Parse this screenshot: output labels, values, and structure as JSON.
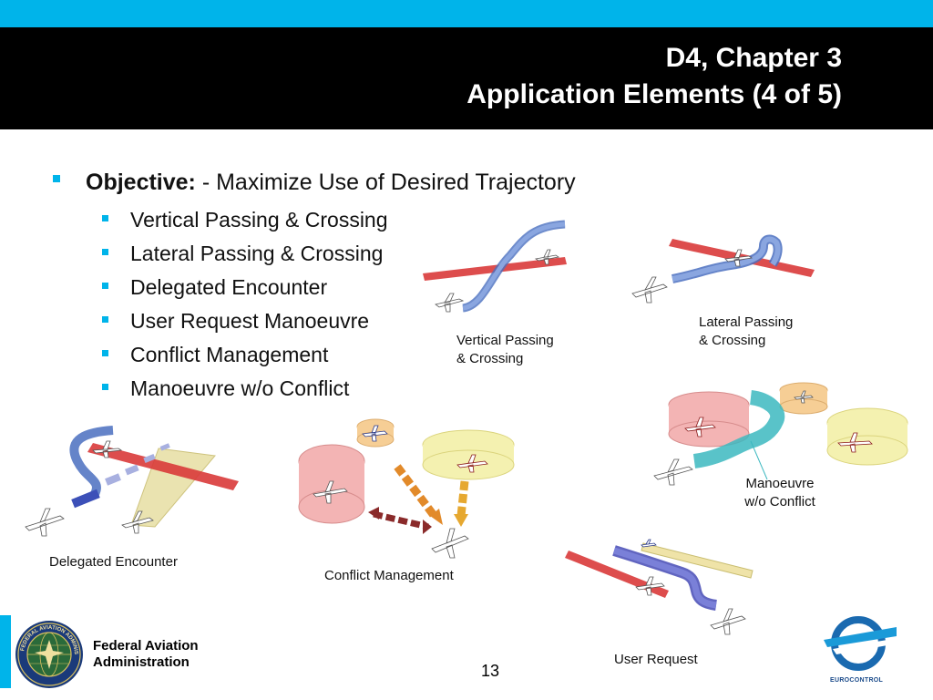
{
  "slide": {
    "title_line1": "D4, Chapter 3",
    "title_line2": "Application Elements (4 of 5)",
    "objective_label": "Objective:",
    "objective_text": " - Maximize Use of Desired Trajectory",
    "sub_items": [
      "Vertical Passing & Crossing",
      "Lateral Passing & Crossing",
      "Delegated Encounter",
      "User Request Manoeuvre",
      "Conflict Management",
      "Manoeuvre w/o Conflict"
    ],
    "page_number": "13"
  },
  "diagrams": {
    "vertical": {
      "caption_line1": "Vertical Passing",
      "caption_line2": "& Crossing"
    },
    "lateral": {
      "caption_line1": "Lateral Passing",
      "caption_line2": "& Crossing"
    },
    "manoeuvre": {
      "caption_line1": "Manoeuvre",
      "caption_line2": "w/o Conflict"
    },
    "delegated": {
      "caption": "Delegated Encounter"
    },
    "conflict": {
      "caption": "Conflict Management"
    },
    "user_request": {
      "caption": "User Request"
    }
  },
  "footer": {
    "faa_line1": "Federal Aviation",
    "faa_line2": "Administration",
    "seal_text": "FEDERAL AVIATION ADMINISTRATION",
    "eurocontrol_text": "EUROCONTROL"
  },
  "colors": {
    "accent": "#00b4ea",
    "title_bg": "#000000",
    "red_trajectory": "#d93a3a",
    "blue_trajectory": "#6e8fd6",
    "teal_trajectory": "#3cb8c0",
    "yellow_volume": "#f3f0a8",
    "pink_volume": "#f2a8a8",
    "orange_volume": "#f6c98a"
  },
  "icons": [
    "faa-seal-icon",
    "eurocontrol-logo-icon",
    "aircraft-icon"
  ]
}
